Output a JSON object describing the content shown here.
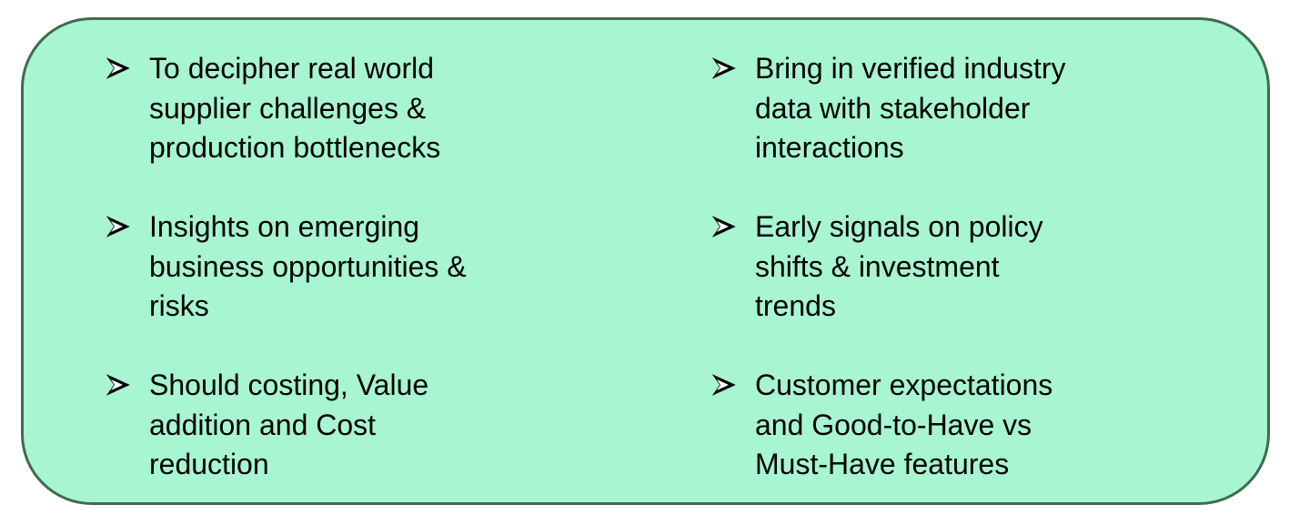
{
  "left_column": [
    {
      "text": "To decipher real world\nsupplier challenges &\nproduction bottlenecks"
    },
    {
      "text": "Insights on emerging\nbusiness opportunities &\nrisks"
    },
    {
      "text": "Should costing, Value\naddition and Cost\nreduction"
    }
  ],
  "right_column": [
    {
      "text": "Bring in verified industry\ndata with stakeholder\ninteractions"
    },
    {
      "text": "Early signals on policy\nshifts & investment\ntrends"
    },
    {
      "text": "Customer expectations\nand Good-to-Have vs\nMust-Have features"
    }
  ],
  "colors": {
    "panel_fill": "#a8f5d1",
    "panel_border": "#3f6b4e",
    "text": "#000000"
  },
  "bullet_icon": "arrowhead-bullet-icon"
}
